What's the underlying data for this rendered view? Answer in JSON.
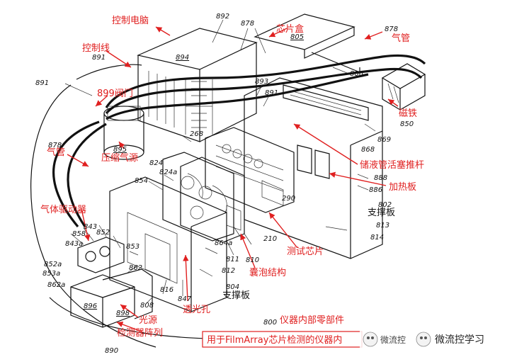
{
  "colors": {
    "label_red": "#e02020",
    "ink": "#111111",
    "background": "#ffffff"
  },
  "labels_cn": {
    "control_computer": "控制电脑",
    "control_line": "控制线",
    "chip_kit": "芯片盒",
    "gas_tube_top": "气管",
    "valve": "899阀门",
    "magnet": "磁铁",
    "gas_tube_left": "气管",
    "compressed_air": "压缩气源",
    "piston_rod": "储液管活塞推杆",
    "heater": "加热板",
    "gas_driver": "气体驱动器",
    "support_right": "支撑板",
    "test_chip": "测试芯片",
    "blister": "囊泡结构",
    "support_front": "支撑板",
    "light_hole": "透光孔",
    "light_source": "光源",
    "detector_array": "检测器阵列",
    "internal_parts": "仪器内部零部件"
  },
  "numbers": {
    "n892": "892",
    "n894": "894",
    "n878a": "878",
    "n805": "805",
    "n878b": "878",
    "n891a": "891",
    "n891b": "891",
    "n806": "806",
    "n893": "893",
    "n891c": "891",
    "n850": "850",
    "n869": "869",
    "n268": "268",
    "n868": "868",
    "n878c": "878",
    "n895": "895",
    "n824": "824",
    "n824a": "824a",
    "n854": "854",
    "n888": "888",
    "n886": "886",
    "n290": "290",
    "n802": "802",
    "n813": "813",
    "n814": "814",
    "n843": "843",
    "n858": "858",
    "n852": "852",
    "n843a": "843a",
    "n853": "853",
    "n864a": "864a",
    "n210": "210",
    "n811": "811",
    "n852a": "852a",
    "n853a": "853a",
    "n862a": "862a",
    "n862": "862",
    "n812": "812",
    "n810": "810",
    "n804": "804",
    "n816": "816",
    "n808": "808",
    "n847": "847",
    "n896": "896",
    "n898": "898",
    "n800": "800",
    "n890": "890"
  },
  "caption": "用于FilmArray芯片检测的仪器内",
  "watermark": "微流控学习",
  "watermark_small": "微流控"
}
